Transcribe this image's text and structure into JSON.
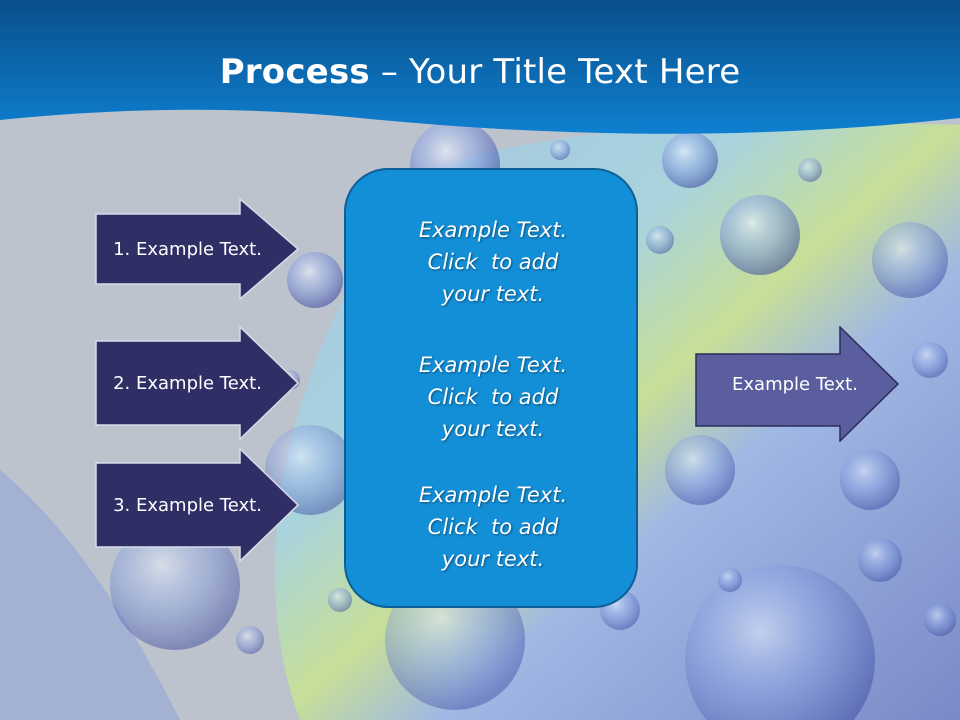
{
  "slide": {
    "title_bold": "Process",
    "title_rest": " – Your Title Text Here",
    "left_arrows": [
      {
        "label": "1. Example Text."
      },
      {
        "label": "2. Example Text."
      },
      {
        "label": "3. Example Text."
      }
    ],
    "center_box": {
      "paragraphs": [
        {
          "lines": [
            "Example Text.",
            "Click  to add",
            "your text."
          ]
        },
        {
          "lines": [
            "Example Text.",
            "Click  to add",
            "your text."
          ]
        },
        {
          "lines": [
            "Example Text.",
            "Click  to add",
            "your text."
          ]
        }
      ]
    },
    "right_arrow": {
      "label": "Example Text."
    },
    "colors": {
      "header_blue": "#0b6fb8",
      "left_arrow_fill": "#2f2f66",
      "right_arrow_fill": "#5a5e9e",
      "box_fill": "#138fd8"
    }
  }
}
